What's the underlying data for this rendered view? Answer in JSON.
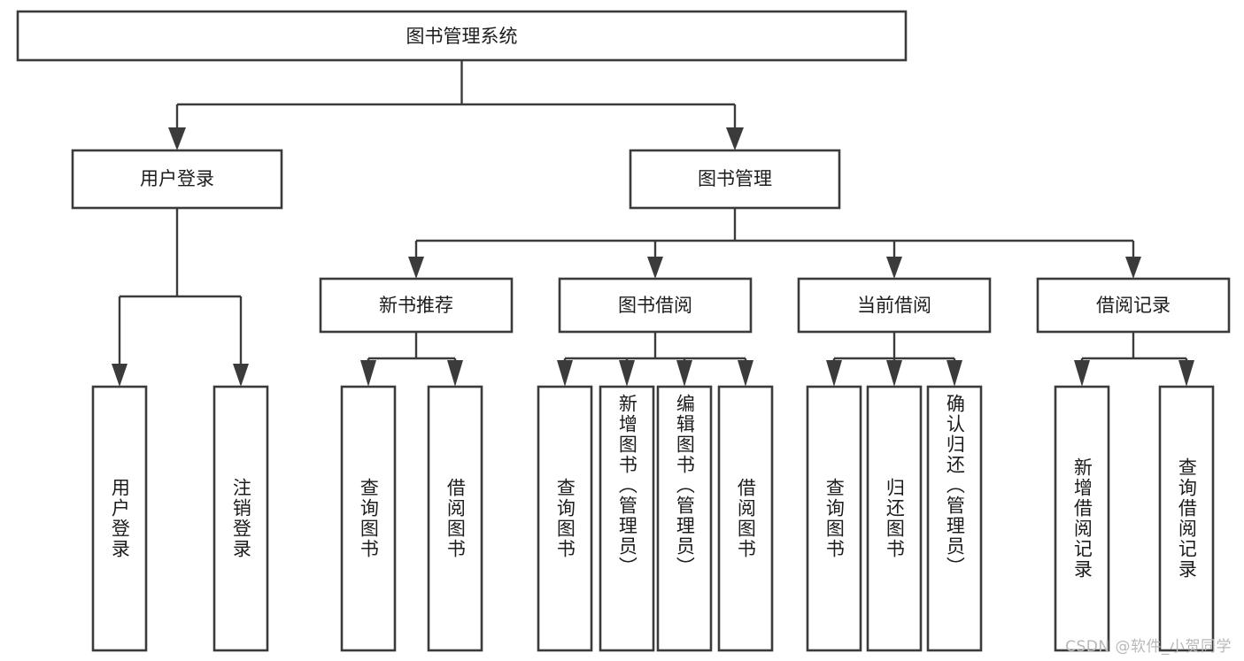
{
  "diagram": {
    "title": "图书管理系统",
    "type": "hierarchy-tree",
    "watermark": "CSDN @软件_小贺同学",
    "colors": {
      "stroke": "#3b3b3b",
      "fill": "#ffffff",
      "text": "#1c1c1c",
      "watermark": "#b8b8b8",
      "background": "#ffffff"
    },
    "root": {
      "id": "root",
      "label": "图书管理系统",
      "orientation": "horizontal"
    },
    "level1": [
      {
        "id": "user-login",
        "label": "用户登录",
        "orientation": "horizontal"
      },
      {
        "id": "book-manage",
        "label": "图书管理",
        "orientation": "horizontal"
      }
    ],
    "level2": [
      {
        "id": "new-book-recommend",
        "label": "新书推荐",
        "orientation": "horizontal",
        "parent": "book-manage"
      },
      {
        "id": "book-borrow",
        "label": "图书借阅",
        "orientation": "horizontal",
        "parent": "book-manage"
      },
      {
        "id": "current-borrow",
        "label": "当前借阅",
        "orientation": "horizontal",
        "parent": "book-manage"
      },
      {
        "id": "borrow-record",
        "label": "借阅记录",
        "orientation": "horizontal",
        "parent": "book-manage"
      }
    ],
    "leaves": [
      {
        "id": "leaf-user-login",
        "label": "用户登录",
        "parent": "user-login",
        "orientation": "vertical"
      },
      {
        "id": "leaf-user-logout",
        "label": "注销登录",
        "parent": "user-login",
        "orientation": "vertical"
      },
      {
        "id": "leaf-query-book-1",
        "label": "查询图书",
        "parent": "new-book-recommend",
        "orientation": "vertical"
      },
      {
        "id": "leaf-borrow-book-1",
        "label": "借阅图书",
        "parent": "new-book-recommend",
        "orientation": "vertical"
      },
      {
        "id": "leaf-query-book-2",
        "label": "查询图书",
        "parent": "book-borrow",
        "orientation": "vertical"
      },
      {
        "id": "leaf-add-book",
        "label": "新增图书（管理员）",
        "parent": "book-borrow",
        "orientation": "vertical"
      },
      {
        "id": "leaf-edit-book",
        "label": "编辑图书（管理员）",
        "parent": "book-borrow",
        "orientation": "vertical"
      },
      {
        "id": "leaf-borrow-book-2",
        "label": "借阅图书",
        "parent": "book-borrow",
        "orientation": "vertical"
      },
      {
        "id": "leaf-query-book-3",
        "label": "查询图书",
        "parent": "current-borrow",
        "orientation": "vertical"
      },
      {
        "id": "leaf-return-book",
        "label": "归还图书",
        "parent": "current-borrow",
        "orientation": "vertical"
      },
      {
        "id": "leaf-confirm-return",
        "label": "确认归还（管理员）",
        "parent": "current-borrow",
        "orientation": "vertical"
      },
      {
        "id": "leaf-add-record",
        "label": "新增借阅记录",
        "parent": "borrow-record",
        "orientation": "vertical"
      },
      {
        "id": "leaf-query-record",
        "label": "查询借阅记录",
        "parent": "borrow-record",
        "orientation": "vertical"
      }
    ]
  }
}
